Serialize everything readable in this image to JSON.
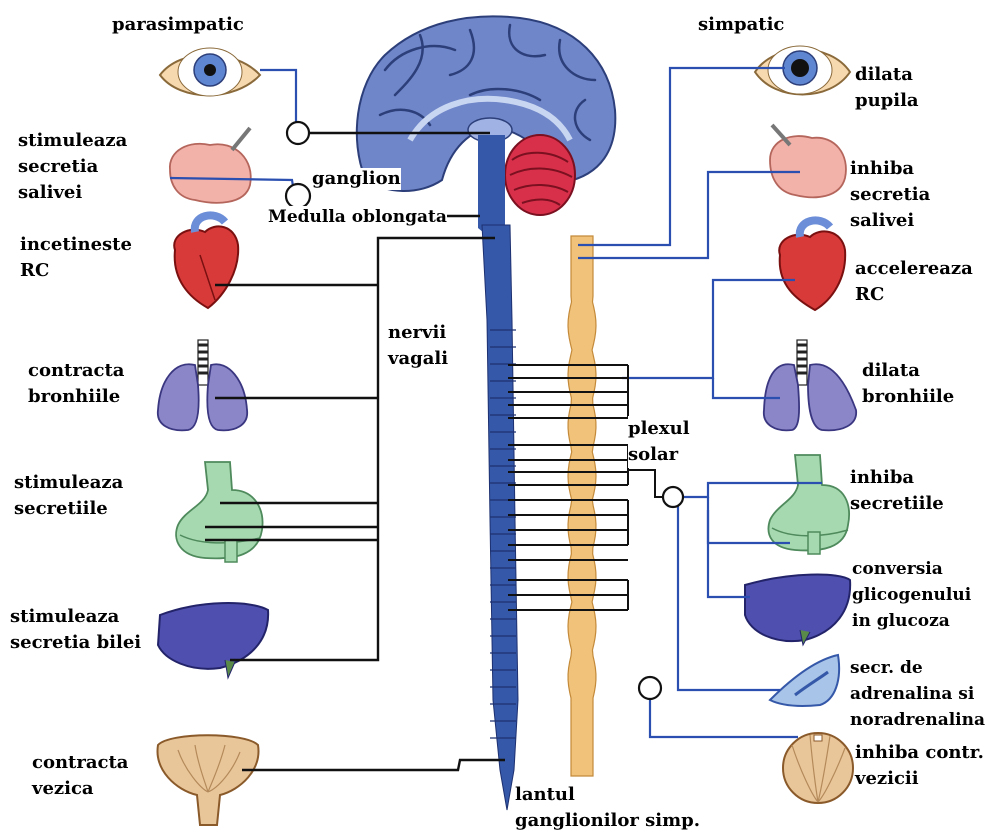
{
  "headers": {
    "left": "parasimpatic",
    "right": "simpatic"
  },
  "center": {
    "ganglion": "ganglion",
    "medulla": "Medulla oblongata",
    "vagal": "nervii\nvagali",
    "solar": "plexul\nsolar",
    "chain": "lantul\nganglionilor simp."
  },
  "left_labels": [
    "stimuleaza\nsecretia\nsalivei",
    "incetineste\nRC",
    "contracta\nbronhiile",
    "stimuleaza\nsecretiile",
    "stimuleaza\nsecretia bilei",
    "contracta\nvezica"
  ],
  "right_labels": [
    "dilata\npupila",
    "inhiba\nsecretia\nsalivei",
    "accelereaza\nRC",
    "dilata\nbronhiile",
    "inhiba\nsecretiile",
    "conversia\nglicogenului\nin glucoza",
    "secr. de\nadrenalina si\nnoradrenalina",
    "inhiba contr.\nvezicii"
  ],
  "colors": {
    "brain": "#6f86c9",
    "cerebellum": "#d8304a",
    "spinal_cord": "#3558a8",
    "sympathetic_chain": "#f0c27a",
    "parasympathetic_line": "#111111",
    "sympathetic_line": "#2a4fb0",
    "heart": "#d83a3a",
    "lung": "#8a86c8",
    "stomach": "#a7d9b0",
    "liver": "#4e4fae",
    "gland": "#f2b1a9",
    "bladder": "#e9c69a"
  }
}
